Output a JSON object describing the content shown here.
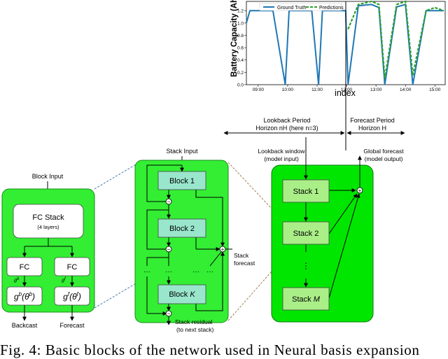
{
  "chart_data": {
    "type": "line",
    "ylabel": "Battery Capacity (Ah)",
    "xlabel": "index",
    "yticks": [
      "0.0",
      "0.2",
      "0.4",
      "0.6",
      "0.8",
      "1.0",
      "1.2"
    ],
    "xticks": [
      "09:00",
      "10:00",
      "11:00",
      "12:00",
      "13:00",
      "14:00",
      "15:00"
    ],
    "ylim": [
      0,
      1.35
    ],
    "grid": false,
    "legend_position": "top",
    "series": [
      {
        "name": "Ground Truth",
        "color": "#1f77b4",
        "style": "solid",
        "x": [
          8.6,
          8.72,
          9.2,
          9.5,
          9.92,
          10.05,
          10.5,
          10.82,
          11.05,
          11.18,
          11.7,
          11.97,
          12.05,
          12.4,
          12.85,
          13.1,
          13.3,
          13.7,
          14.0,
          14.25,
          14.7,
          15.0,
          15.3
        ],
        "y": [
          1.0,
          1.2,
          1.2,
          1.2,
          0.0,
          1.2,
          1.2,
          1.2,
          0.0,
          1.2,
          1.2,
          1.2,
          0.0,
          1.28,
          1.3,
          1.25,
          0.0,
          1.26,
          1.3,
          0.0,
          1.2,
          1.2,
          1.2
        ]
      },
      {
        "name": "Predictions",
        "color": "#2ca02c",
        "style": "dashed",
        "x": [
          12.05,
          12.4,
          12.85,
          13.1,
          13.3,
          13.7,
          14.0,
          14.25,
          14.7,
          15.0,
          15.3
        ],
        "y": [
          0.9,
          1.3,
          1.35,
          1.3,
          0.1,
          1.3,
          1.35,
          0.15,
          1.2,
          1.25,
          1.2
        ]
      }
    ]
  },
  "horizon": {
    "lookback": [
      "Lookback Period",
      "Horizon nH (here n=3)"
    ],
    "forecast": [
      "Forecast Period",
      "Horizon H"
    ]
  },
  "block": {
    "input": "Block Input",
    "fc_stack": "FC Stack",
    "fc_stack_sub": "(4 layers)",
    "fc": "FC",
    "theta_b": "θ",
    "theta_b_sup": "b",
    "theta_f": "θ",
    "theta_f_sup": "f",
    "g_b": "g",
    "g_b_sup": "b",
    "g_b_arg": "(θ",
    "g_b_arg_sup": "b",
    "g_f": "g",
    "g_f_sup": "f",
    "g_f_arg": "(θ",
    "g_f_arg_sup": "f",
    "close": ")",
    "backcast": "Backcast",
    "forecast": "Forecast"
  },
  "stack": {
    "input": "Stack Input",
    "block1": "Block 1",
    "block2": "Block 2",
    "blockK_prefix": "Block ",
    "blockK_var": "K",
    "dots": "···",
    "forecast": [
      "Stack",
      "forecast"
    ],
    "residual": [
      "Stack residual",
      "(to next stack)"
    ],
    "minus": "−",
    "plus": "+"
  },
  "model": {
    "lookback_window": [
      "Lookback window",
      "(model input)"
    ],
    "global_forecast": [
      "Global forecast",
      "(model output)"
    ],
    "stack1": "Stack 1",
    "stack2": "Stack 2",
    "stackM_prefix": "Stack ",
    "stackM_var": "M",
    "dots": "⋮"
  },
  "caption": "Fig. 4: Basic blocks of the network used in Neural basis expansion",
  "colors": {
    "green_panel": "#33ee33",
    "green_bright": "#00e600",
    "teal_block": "#99e6cc",
    "stack_box": "#aaee88",
    "gt_line": "#1f77b4",
    "pred_line": "#2ca02c",
    "connector_blue": "#4a7ab0",
    "connector_brown": "#a08050"
  }
}
